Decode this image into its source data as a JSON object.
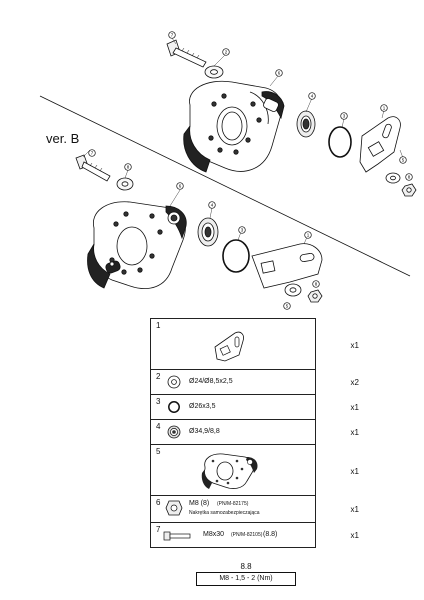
{
  "diagram": {
    "variant_label": "ver. B",
    "callouts_top": [
      "7",
      "2",
      "6",
      "4",
      "3",
      "1",
      "5",
      "8"
    ],
    "callouts_mid": [
      "7",
      "8",
      "6",
      "4",
      "3",
      "1",
      "5",
      "8"
    ]
  },
  "parts": [
    {
      "no": "1",
      "spec": "",
      "qty": "x1",
      "icon": "bracket-icon"
    },
    {
      "no": "2",
      "spec": "Ø24/Ø8,5x2,5",
      "qty": "x2",
      "icon": "washer-icon"
    },
    {
      "no": "3",
      "spec": "Ø26x3,5",
      "qty": "x1",
      "icon": "o-ring-icon"
    },
    {
      "no": "4",
      "spec": "Ø34,9/8,8",
      "qty": "x1",
      "icon": "bearing-icon"
    },
    {
      "no": "5",
      "spec": "",
      "qty": "x1",
      "icon": "clamp-body-icon"
    },
    {
      "no": "6",
      "spec": "M8 (8)",
      "spec_sub": "(PN/M-82175)",
      "spec_line2": "Nakrętka samozabezpieczająca",
      "qty": "x1",
      "icon": "nut-icon"
    },
    {
      "no": "7",
      "spec": "M8x30",
      "spec_sub": "(PN/M-82105)",
      "spec_tail": "(8.8)",
      "qty": "x1",
      "icon": "bolt-icon"
    }
  ],
  "torque": {
    "grade": "8.8",
    "spec": "M8  - 1,5 - 2 (Nm)"
  }
}
